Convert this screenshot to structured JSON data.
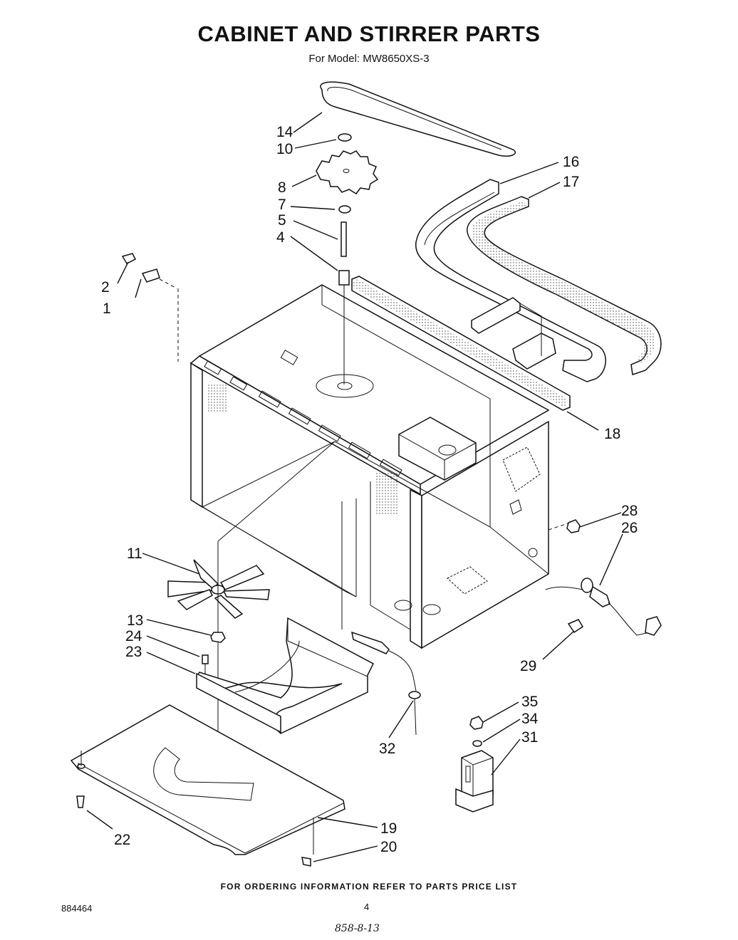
{
  "header": {
    "title": "CABINET AND STIRRER PARTS",
    "model": "For Model: MW8650XS-3"
  },
  "callouts": [
    "1",
    "2",
    "4",
    "5",
    "7",
    "8",
    "10",
    "11",
    "13",
    "14",
    "16",
    "17",
    "18",
    "19",
    "20",
    "22",
    "23",
    "24",
    "26",
    "28",
    "29",
    "31",
    "32",
    "34",
    "35"
  ],
  "footer": {
    "ordering_note": "FOR ORDERING INFORMATION REFER TO PARTS PRICE LIST",
    "doc_number": "884464",
    "page_number": "4",
    "handwritten": "858-8-13"
  }
}
